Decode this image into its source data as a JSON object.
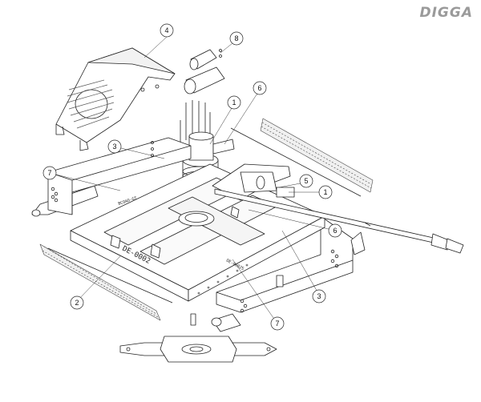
{
  "brand": {
    "logo_text": "DIGGA"
  },
  "callouts": [
    {
      "id": "c1",
      "label": "1"
    },
    {
      "id": "c1b",
      "label": "1"
    },
    {
      "id": "c2",
      "label": "2"
    },
    {
      "id": "c3",
      "label": "3"
    },
    {
      "id": "c3b",
      "label": "3"
    },
    {
      "id": "c4",
      "label": "4"
    },
    {
      "id": "c5",
      "label": "5"
    },
    {
      "id": "c6",
      "label": "6"
    },
    {
      "id": "c6b",
      "label": "6"
    },
    {
      "id": "c7",
      "label": "7"
    },
    {
      "id": "c7b",
      "label": "7"
    },
    {
      "id": "c8",
      "label": "8"
    }
  ],
  "deck_marking": "DE-0002",
  "side_markings": {
    "left": "BCOAD-GT",
    "right": "DE-0002S"
  }
}
